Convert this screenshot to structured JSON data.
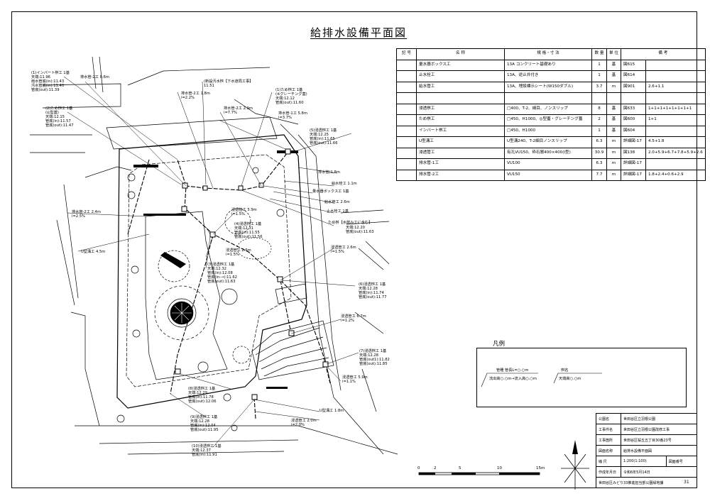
{
  "title": "給排水設備平面図",
  "spec_table": {
    "headers": [
      "記 号",
      "名 称",
      "規 格・寸 法",
      "数 量",
      "単 位",
      "備 考"
    ],
    "rows": [
      {
        "name": "量水器ボックス工",
        "spec": "13A コンクリート基礎あり",
        "qty": "1",
        "unit": "基",
        "ref": "図615",
        "note": ""
      },
      {
        "name": "止水栓工",
        "spec": "13A、逆止弁付き",
        "qty": "1",
        "unit": "基",
        "ref": "図614",
        "note": ""
      },
      {
        "name": "給水管工",
        "spec": "13A、埋設標示シート(W150ダブル)",
        "qty": "3.7",
        "unit": "m",
        "ref": "図901",
        "note": "2.6+1.1"
      },
      {
        "name": "",
        "spec": "",
        "qty": "",
        "unit": "",
        "ref": "",
        "note": ""
      },
      {
        "name": "浸透桝工",
        "spec": "□400、T-2、細目、ノンスリップ",
        "qty": "8",
        "unit": "基",
        "ref": "図633",
        "note": "1+1+1+1+1+1+1+1"
      },
      {
        "name": "ため桝工",
        "spec": "□450、H1000、◎型蓋・グレーチング蓋",
        "qty": "2",
        "unit": "基",
        "ref": "図600",
        "note": "1+1"
      },
      {
        "name": "インバート桝工",
        "spec": "□450、H1000",
        "qty": "1",
        "unit": "基",
        "ref": "図604",
        "note": ""
      },
      {
        "name": "U型溝工",
        "spec": "U型溝240、T-2細目ノンスリップ",
        "qty": "6.3",
        "unit": "m",
        "ref": "詳細図-17",
        "note": "4.5+1.8"
      },
      {
        "name": "浸透管工",
        "spec": "有孔VU150、砕石層400×400(I型)",
        "qty": "30.9",
        "unit": "m",
        "ref": "図138",
        "note": "2.0+5.9+6.7+7.8+5.9+2.6"
      },
      {
        "name": "排水管-1工",
        "spec": "VU100",
        "qty": "6.3",
        "unit": "m",
        "ref": "詳細図-17",
        "note": ""
      },
      {
        "name": "排水管-2工",
        "spec": "VU150",
        "qty": "7.7",
        "unit": "m",
        "ref": "詳細図-17",
        "note": "1.8+2.4+0.6+2.9"
      }
    ]
  },
  "labels": {
    "l1": [
      "(1)インバート桝工 1基",
      "天端:11.96",
      "雨水管底(in):11.43",
      "汚水管底(in):11.40",
      "管底(out):11.39"
    ],
    "l2": [
      "(2)ため桝工 1基",
      "(◎型蓋)",
      "天端:12.15",
      "管底(in):11.57",
      "管底(out):11.47"
    ],
    "l3": [
      "排水管-2工 0.6m"
    ],
    "l4": [
      "(新設汚水桝【下水道局工事】",
      "11.51"
    ],
    "l5": [
      "排水管-2工 1.8m",
      "i=2.2%"
    ],
    "l6": [
      "(1)ため桝工 1基",
      "(※グレーチング蓋)",
      "天端:12.12",
      "管底(out):11.60"
    ],
    "l7": [
      "排水管-2工 2.9m",
      "i=7.7%"
    ],
    "l8": [
      "排水管-1工 5.8m",
      "i=3.7%"
    ],
    "l9": [
      "(5)浸透桝工 1基",
      "天端:12.25",
      "管底(in):11.65",
      "管底(out):11.66"
    ],
    "l10": [
      "(排水管)1.8m"
    ],
    "l11": [
      "給水栓工 1.1m"
    ],
    "l12": [
      "量水器ボックス工 1基"
    ],
    "l13": [
      "給水管工 2.6m"
    ],
    "l14": [
      "止水栓工 1基"
    ],
    "l15": [
      "ため桝【水飲み工に含む】"
    ],
    "l16": [
      "天端:12.20",
      "管底(out):11.63"
    ],
    "l17": [
      "浸透管工 2.6m",
      "i=1.5%"
    ],
    "l18": [
      "排水管-2工 2.4m",
      "i=2.5%"
    ],
    "l19": [
      "U型溝工 4.5m"
    ],
    "l20": [
      "浸透管工 5.9m",
      "i=1.5%"
    ],
    "l21": [
      "(4)浸透桝工 1基",
      "天端:12.31",
      "管底(in):11.55",
      "管底(out):11.56"
    ],
    "l22": [
      "浸透管工 2.6m",
      "i=1.5%"
    ],
    "l23": [
      "(3)浸透桝工 1基",
      "天端:12.32",
      "管底(in):12.08",
      "管底(in-→):11.62",
      "管底(out):11.63"
    ],
    "l24": [
      "(6)浸透桝工 1基",
      "天端:12.28",
      "管底(in):11.74",
      "管底(out):11.77"
    ],
    "l25": [
      "浸透管工 6.7m",
      "i=1.2%"
    ],
    "l26": [
      "(7)浸透桝工 1基",
      "天端:12.28",
      "管底(out1):11.82",
      "管底(out):11.85"
    ],
    "l27": [
      "浸透管工 5.9m",
      "i=1.1%"
    ],
    "l28": [
      "(8)浸透桝工 1基",
      "天端:12.29",
      "管底(in):11.78",
      "管底(out):12.06"
    ],
    "l29": [
      "U型溝工 1.8m"
    ],
    "l30": [
      "(9)浸透桝工 1基",
      "天端:12.28",
      "管底(in):12.04",
      "管底(out):11.95"
    ],
    "l31": [
      "浸透管工 2.0m",
      "i=2.0%"
    ],
    "l32": [
      "(10)浸透桝工 1基",
      "天端:12.37",
      "管底(in):11.91"
    ]
  },
  "legend": {
    "title": "凡例",
    "pipe_label": "管種 管長L=○.○m",
    "pipe_sub": "流出高○.○m→流入高○.○m",
    "name_label": "桝名",
    "name_sub": "天端高○.○m"
  },
  "scale_bar": {
    "ticks": [
      "0",
      "2",
      "5",
      "10",
      "15m"
    ]
  },
  "title_block": {
    "rows": [
      {
        "k": "公園名",
        "v": "世田谷区立羽根公園"
      },
      {
        "k": "工事件名",
        "v": "世田谷区立羽根公園改修工事"
      },
      {
        "k": "工事箇所",
        "v": "世田谷区桜丘五丁目30番23号"
      },
      {
        "k": "図面名称",
        "v": "給排水設備平面図"
      }
    ],
    "scale_k": "縮 尺",
    "scale_v": "1:200(1:100)",
    "scale_note": "図面番号",
    "date_k": "作成年月日",
    "date_v": "令和6年5月14日",
    "office": "世田谷区みどり33推進担当部公園緑地課",
    "sheet": "31"
  }
}
